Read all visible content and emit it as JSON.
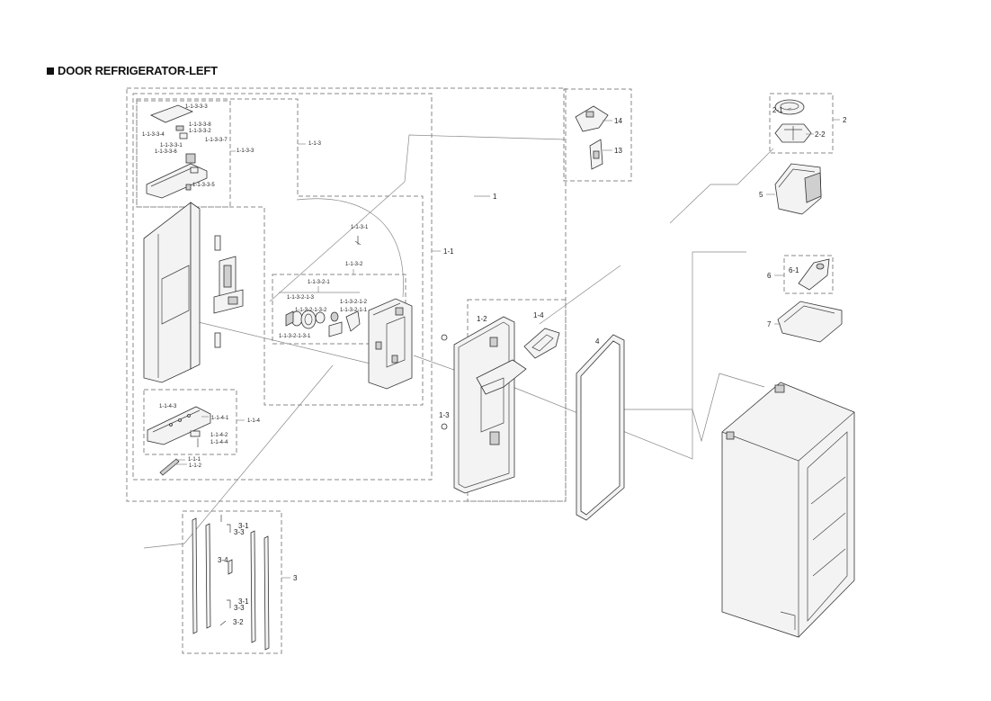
{
  "title": "DOOR REFRIGERATOR-LEFT",
  "labels": {
    "l1": "1",
    "l1_1": "1-1",
    "l1_1_1": "1-1-1",
    "l1_1_2": "1-1-2",
    "l1_1_3": "1-1-3",
    "l1_1_3_1": "1-1-3-1",
    "l1_1_3_2": "1-1-3-2",
    "l1_1_3_2_1": "1-1-3-2-1",
    "l1_1_3_2_1_1": "1-1-3-2-1-1",
    "l1_1_3_2_1_2": "1-1-3-2-1-2",
    "l1_1_3_2_1_3": "1-1-3-2-1-3",
    "l1_1_3_2_1_3_1": "1-1-3-2-1-3-1",
    "l1_1_3_2_1_3_2": "1-1-3-2-1-3-2",
    "l1_1_3_3": "1-1-3-3",
    "l1_1_3_3_1": "1-1-3-3-1",
    "l1_1_3_3_2": "1-1-3-3-2",
    "l1_1_3_3_3": "1-1-3-3-3",
    "l1_1_3_3_4": "1-1-3-3-4",
    "l1_1_3_3_5": "1-1-3-3-5",
    "l1_1_3_3_6": "1-1-3-3-6",
    "l1_1_3_3_7": "1-1-3-3-7",
    "l1_1_3_3_8": "1-1-3-3-8",
    "l1_1_4": "1-1-4",
    "l1_1_4_1": "1-1-4-1",
    "l1_1_4_2": "1-1-4-2",
    "l1_1_4_3": "1-1-4-3",
    "l1_1_4_4": "1-1-4-4",
    "l1_2": "1-2",
    "l1_3": "1-3",
    "l1_4": "1-4",
    "l2": "2",
    "l2_1": "2-1",
    "l2_2": "2-2",
    "l3": "3",
    "l3_1a": "3-1",
    "l3_3a": "3-3",
    "l3_4": "3-4",
    "l3_1b": "3-1",
    "l3_3b": "3-3",
    "l3_2": "3-2",
    "l4": "4",
    "l5": "5",
    "l6": "6",
    "l6_1": "6-1",
    "l7": "7",
    "l13": "13",
    "l14": "14"
  }
}
